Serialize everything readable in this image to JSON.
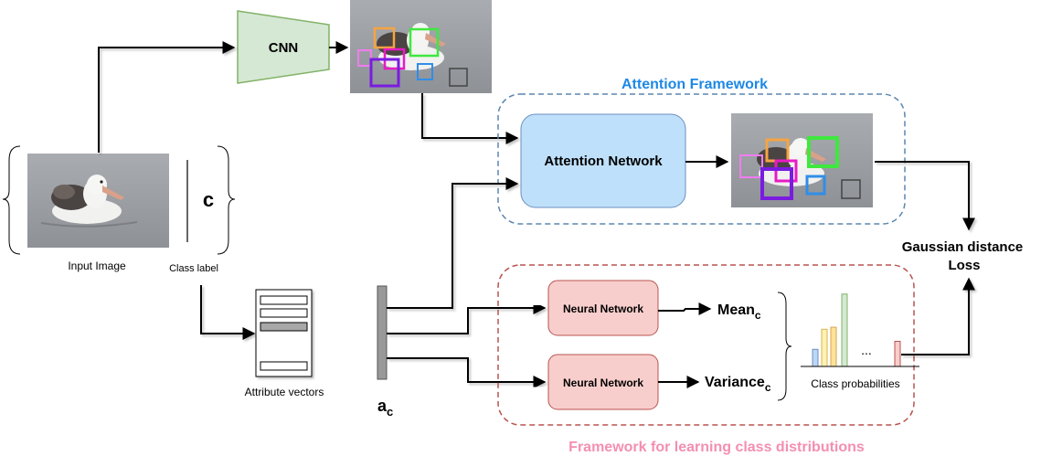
{
  "labels": {
    "cnn": "CNN",
    "attention_framework": "Attention Framework",
    "attention_network": "Attention Network",
    "input_image": "Input Image",
    "class_symbol": "c",
    "class_label": "Class label",
    "attribute_vectors": "Attribute vectors",
    "ac_main": "a",
    "ac_sub": "c",
    "neural_network_1": "Neural Network",
    "neural_network_2": "Neural Network",
    "mean_main": "Mean",
    "mean_sub": "c",
    "variance_main": "Variance",
    "variance_sub": "c",
    "gaussian_line1": "Gaussian distance",
    "gaussian_line2": "Loss",
    "class_probabilities": "Class probabilities",
    "ellipsis": "...",
    "framework_distributions": "Framework for learning class distributions"
  },
  "colors": {
    "attention_framework_title": "#1e88e5",
    "attention_framework_border": "#5b86b0",
    "distribution_framework_title": "#f48fb1",
    "distribution_framework_border": "#b85450",
    "cnn_fill": "#d5e8d4",
    "cnn_stroke": "#82b366",
    "attention_network_fill": "#bfe0fb",
    "attention_network_stroke": "#6c8ebf",
    "neural_network_fill": "#f8cecc",
    "neural_network_stroke": "#b85450",
    "bbox_orange": "#f5a442",
    "bbox_green": "#3ee83e",
    "bbox_purple": "#7a1be0",
    "bbox_magenta": "#e81bc5",
    "bbox_blue": "#2f8ee8",
    "bbox_gray": "#444444",
    "bbox_pink": "#f07cf0"
  },
  "class_probability_bars": [
    {
      "value": 0.17,
      "color": "#bcd7f5",
      "stroke": "#6c8ebf"
    },
    {
      "value": 0.37,
      "color": "#fff2b3",
      "stroke": "#d6b656"
    },
    {
      "value": 0.39,
      "color": "#ffe39a",
      "stroke": "#d6a656"
    },
    {
      "value": 0.72,
      "color": "#d5e8d4",
      "stroke": "#82b366"
    },
    {
      "value": 0.25,
      "color": "#f8cecc",
      "stroke": "#b85450"
    }
  ]
}
